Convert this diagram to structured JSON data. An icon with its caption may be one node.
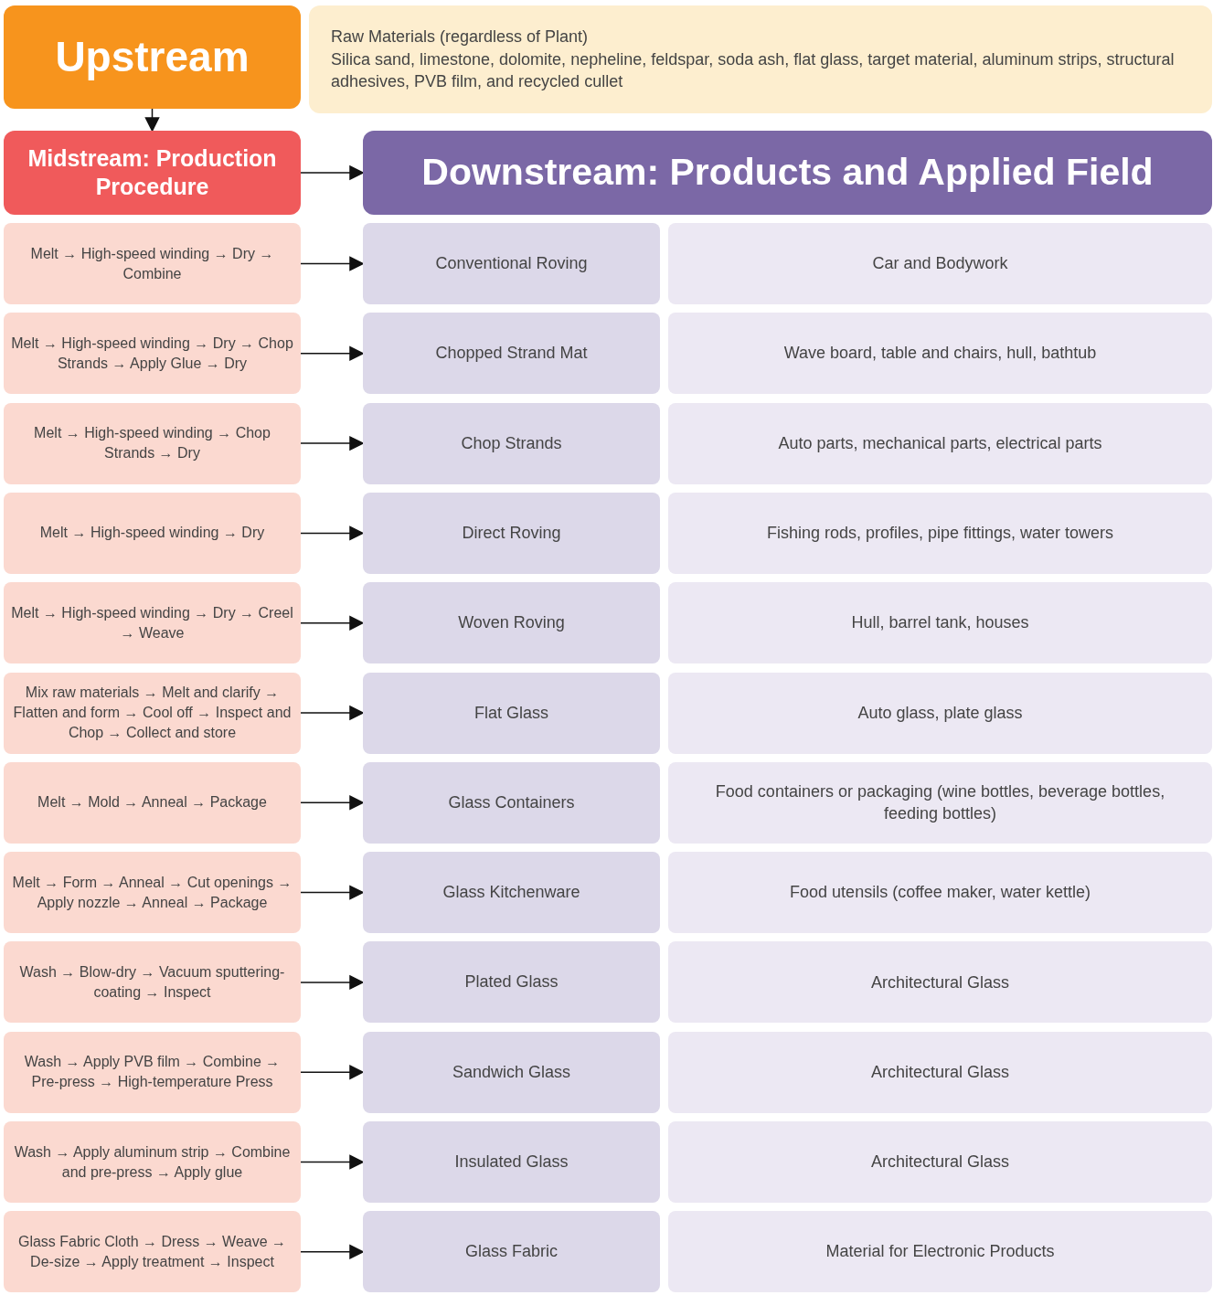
{
  "diagram": {
    "nodes": [
      {
        "text": [
          "Upstream"
        ]
      },
      {
        "text": [
          "Raw Materials (regardless of Plant)",
          "Silica sand, limestone, dolomite, nepheline, feldspar, soda ash, flat glass, target material, aluminum strips, structural adhesives, PVB film, and recycled cullet"
        ]
      },
      {
        "text": [
          "Midstream: Production Procedure"
        ]
      },
      {
        "text": [
          "Downstream: Products and Applied Field"
        ]
      },
      {
        "text": [
          "Melt → High-speed winding → Dry → Combine"
        ]
      },
      {
        "text": [
          "Conventional Roving"
        ]
      },
      {
        "text": [
          "Car and Bodywork"
        ]
      },
      {
        "text": [
          "Melt → High-speed winding → Dry → Chop Strands → Apply Glue → Dry"
        ]
      },
      {
        "text": [
          "Chopped Strand Mat"
        ]
      },
      {
        "text": [
          "Wave board, table and chairs, hull, bathtub"
        ]
      },
      {
        "text": [
          "Melt → High-speed winding → Chop Strands → Dry"
        ]
      },
      {
        "text": [
          "Chop Strands"
        ]
      },
      {
        "text": [
          "Auto parts, mechanical parts, electrical parts"
        ]
      },
      {
        "text": [
          "Melt → High-speed winding → Dry"
        ]
      },
      {
        "text": [
          "Direct Roving"
        ]
      },
      {
        "text": [
          "Fishing rods, profiles, pipe fittings, water towers"
        ]
      },
      {
        "text": [
          "Melt → High-speed winding → Dry → Creel → Weave"
        ]
      },
      {
        "text": [
          "Woven Roving"
        ]
      },
      {
        "text": [
          "Hull, barrel tank, houses"
        ]
      },
      {
        "text": [
          "Mix raw materials → Melt and clarify → Flatten and form → Cool off → Inspect and Chop → Collect and store"
        ]
      },
      {
        "text": [
          "Flat Glass"
        ]
      },
      {
        "text": [
          "Auto glass, plate glass"
        ]
      },
      {
        "text": [
          "Melt → Mold → Anneal → Package"
        ]
      },
      {
        "text": [
          "Glass Containers"
        ]
      },
      {
        "text": [
          "Food containers or packaging (wine bottles, beverage bottles, feeding bottles)"
        ]
      },
      {
        "text": [
          "Melt → Form → Anneal → Cut openings → Apply nozzle → Anneal → Package"
        ]
      },
      {
        "text": [
          "Glass Kitchenware"
        ]
      },
      {
        "text": [
          "Food utensils (coffee maker, water kettle)"
        ]
      },
      {
        "text": [
          "Wash → Blow-dry → Vacuum sputtering-coating → Inspect"
        ]
      },
      {
        "text": [
          "Plated Glass"
        ]
      },
      {
        "text": [
          "Architectural Glass"
        ]
      },
      {
        "text": [
          "Wash → Apply PVB film → Combine → Pre-press → High-temperature Press"
        ]
      },
      {
        "text": [
          "Sandwich Glass"
        ]
      },
      {
        "text": [
          "Architectural Glass"
        ]
      },
      {
        "text": [
          "Wash → Apply aluminum strip → Combine and pre-press → Apply glue"
        ]
      },
      {
        "text": [
          "Insulated Glass"
        ]
      },
      {
        "text": [
          "Architectural Glass"
        ]
      },
      {
        "text": [
          "Glass Fabric Cloth → Dress → Weave → De-size → Apply treatment → Inspect"
        ]
      },
      {
        "text": [
          "Glass Fabric"
        ]
      },
      {
        "text": [
          "Material for Electronic Products"
        ]
      }
    ],
    "edges": [
      {
        "from": 0,
        "to": 2,
        "arrow": "to"
      },
      {
        "from": 2,
        "to": 3,
        "arrow": "to"
      },
      {
        "from": 4,
        "to": 5,
        "arrow": "to"
      },
      {
        "from": 7,
        "to": 8,
        "arrow": "to"
      },
      {
        "from": 10,
        "to": 11,
        "arrow": "to"
      },
      {
        "from": 13,
        "to": 14,
        "arrow": "to"
      },
      {
        "from": 16,
        "to": 17,
        "arrow": "to"
      },
      {
        "from": 19,
        "to": 20,
        "arrow": "to"
      },
      {
        "from": 22,
        "to": 23,
        "arrow": "to"
      },
      {
        "from": 25,
        "to": 26,
        "arrow": "to"
      },
      {
        "from": 28,
        "to": 29,
        "arrow": "to"
      },
      {
        "from": 31,
        "to": 32,
        "arrow": "to"
      },
      {
        "from": 34,
        "to": 35,
        "arrow": "to"
      },
      {
        "from": 37,
        "to": 38,
        "arrow": "to"
      }
    ]
  }
}
